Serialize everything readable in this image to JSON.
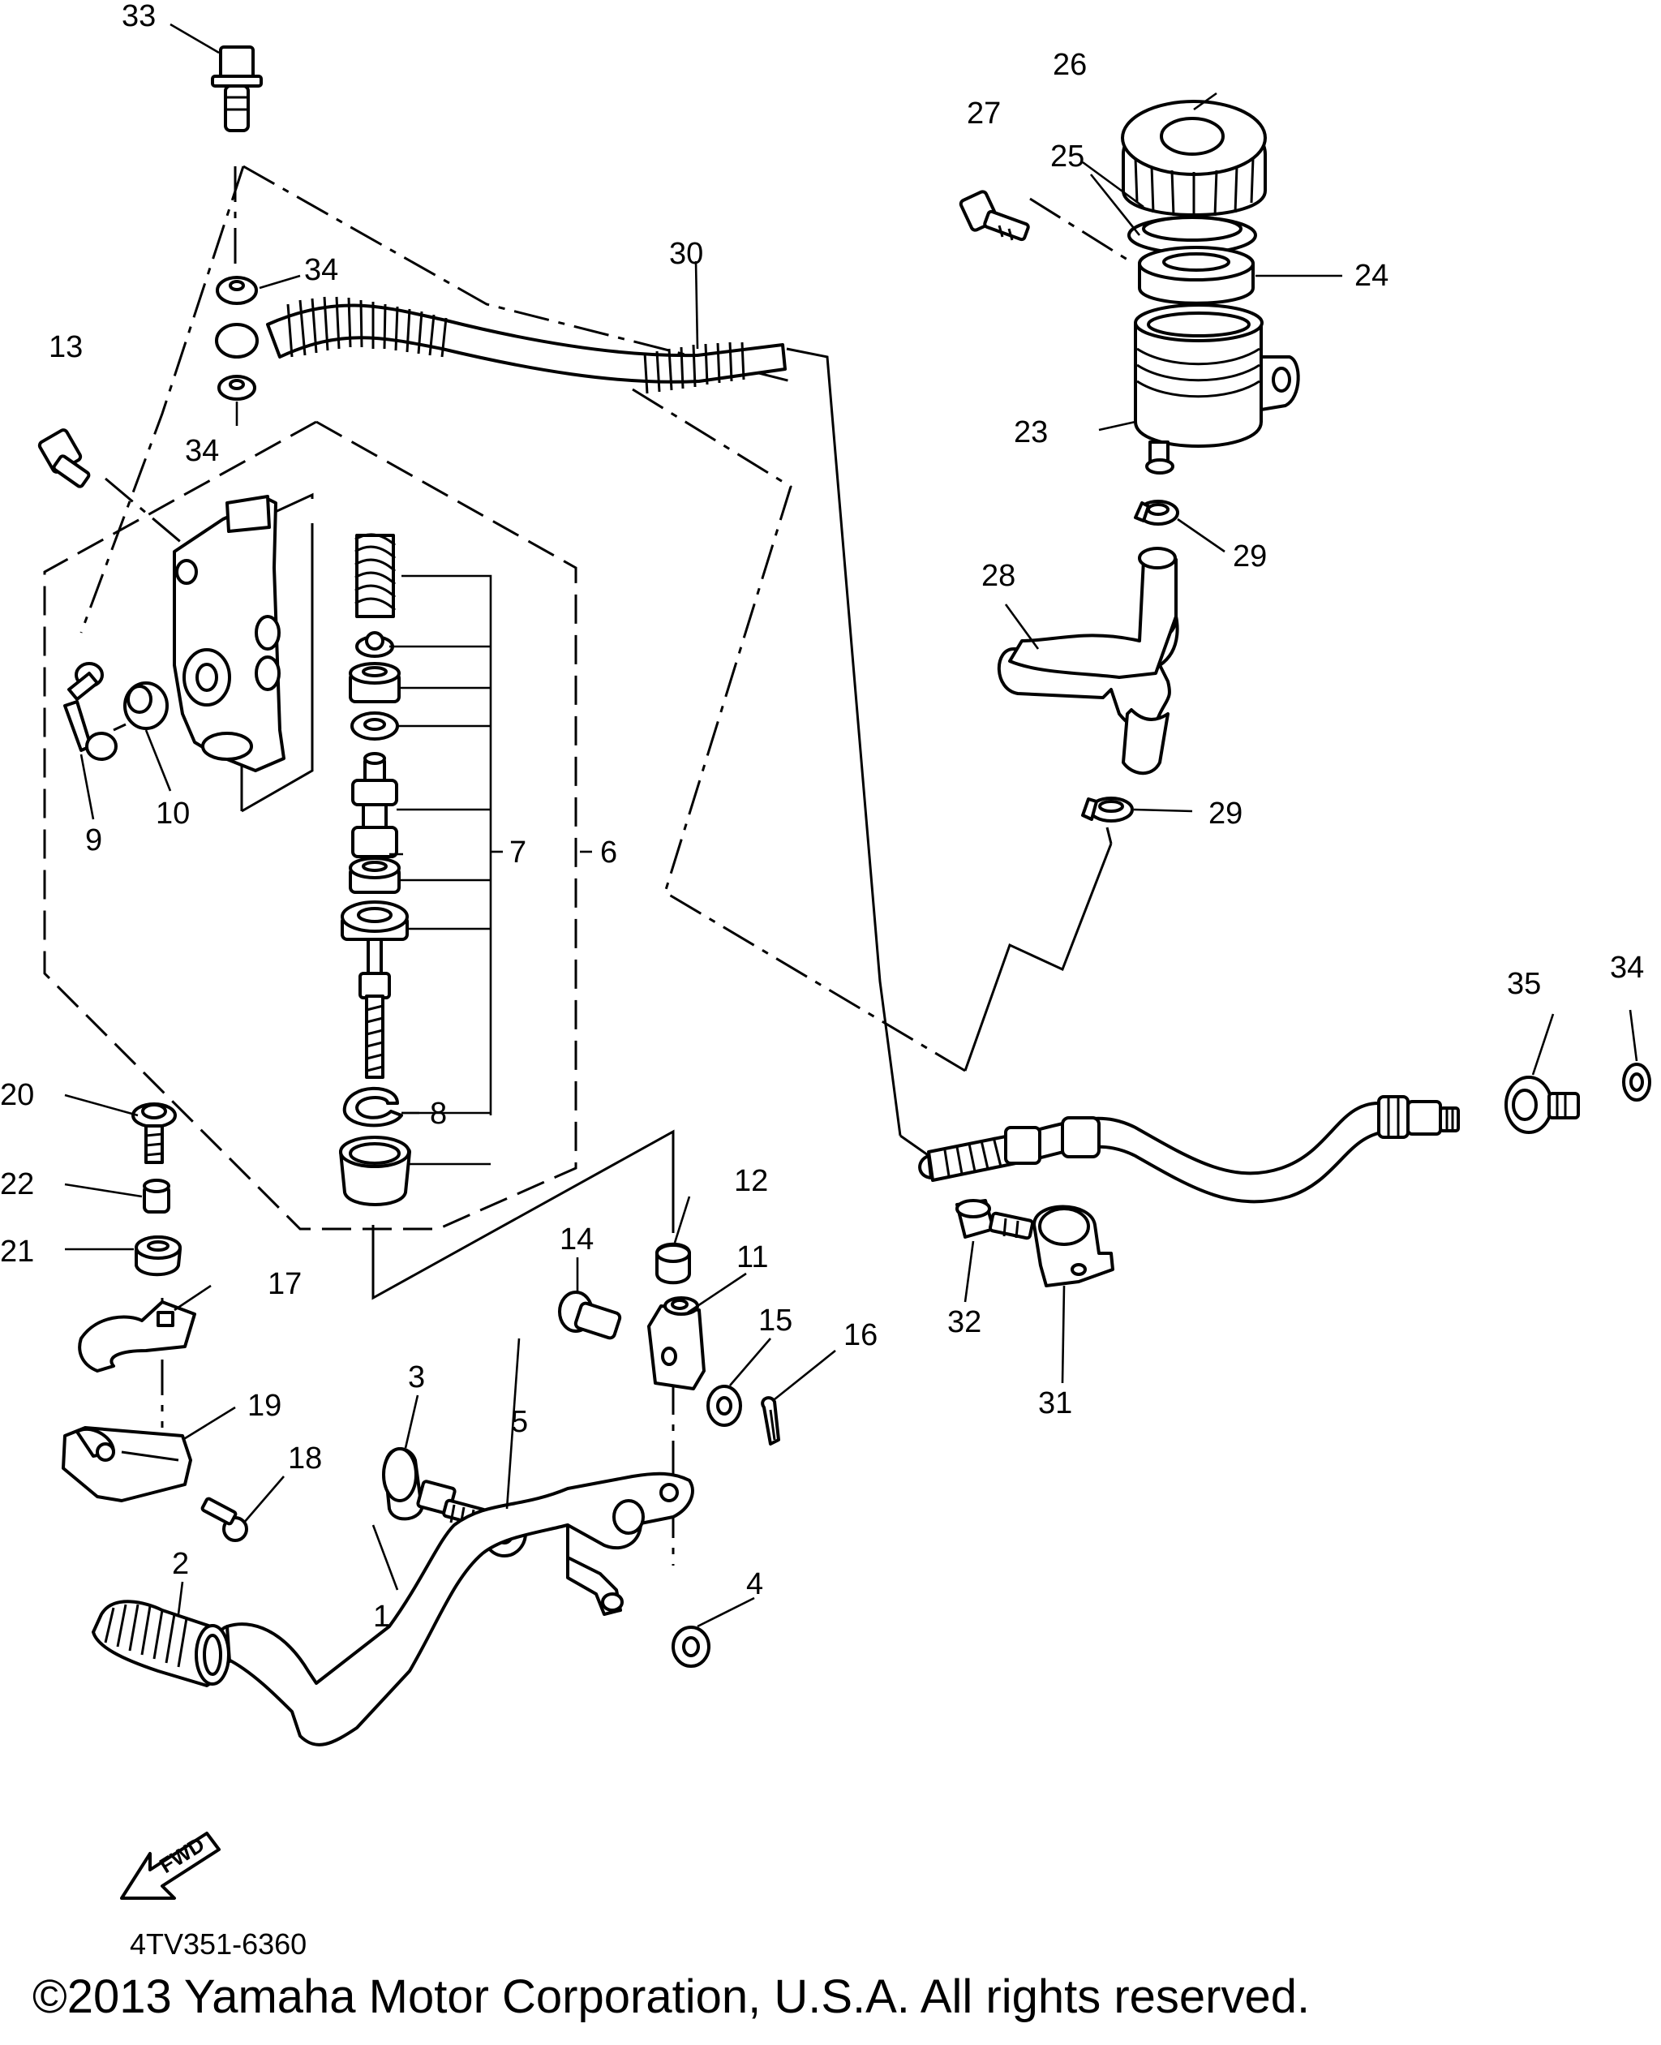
{
  "diagram": {
    "part_numbers": [
      "1",
      "2",
      "3",
      "4",
      "5",
      "6",
      "7",
      "8",
      "9",
      "10",
      "11",
      "12",
      "13",
      "14",
      "15",
      "16",
      "17",
      "18",
      "19",
      "20",
      "21",
      "22",
      "23",
      "24",
      "25",
      "26",
      "27",
      "28",
      "29",
      "30",
      "31",
      "32",
      "33",
      "34",
      "35"
    ],
    "labels": {
      "n1": "1",
      "n2": "2",
      "n3": "3",
      "n4": "4",
      "n5": "5",
      "n6": "6",
      "n7": "7",
      "n8": "8",
      "n9": "9",
      "n10": "10",
      "n11": "11",
      "n12": "12",
      "n13": "13",
      "n14": "14",
      "n15": "15",
      "n16": "16",
      "n17": "17",
      "n18": "18",
      "n19": "19",
      "n20": "20",
      "n21": "21",
      "n22": "22",
      "n23": "23",
      "n24": "24",
      "n25": "25",
      "n26": "26",
      "n27": "27",
      "n28": "28",
      "n29a": "29",
      "n29b": "29",
      "n30": "30",
      "n31": "31",
      "n32": "32",
      "n33": "33",
      "n34a": "34",
      "n34b": "34",
      "n34c": "34",
      "n35": "35"
    },
    "direction_badge": "FWD",
    "diagram_code": "4TV351-6360"
  },
  "footer": {
    "copyright": "©2013 Yamaha Motor Corporation, U.S.A. All rights reserved."
  }
}
